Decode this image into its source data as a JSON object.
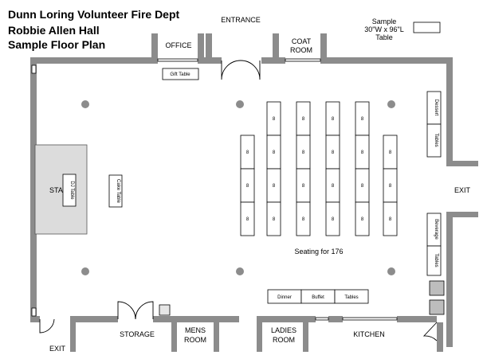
{
  "header": {
    "line1": "Dunn Loring Volunteer Fire Dept",
    "line2": "Robbie Allen Hall",
    "line3": "Sample Floor Plan"
  },
  "legend": {
    "line1": "Sample",
    "line2": "30\"W x 96\"L",
    "line3": "Table"
  },
  "rooms": {
    "office": "OFFICE",
    "entrance": "ENTRANCE",
    "coat_line1": "COAT",
    "coat_line2": "ROOM",
    "storage": "STORAGE",
    "mens_line1": "MENS",
    "mens_line2": "ROOM",
    "ladies_line1": "LADIES",
    "ladies_line2": "ROOM",
    "kitchen": "KITCHEN",
    "exit_right": "EXIT",
    "exit_bottom": "EXIT",
    "stage": "STA"
  },
  "tables": {
    "gift": "Gift Table",
    "dj": "DJ Table",
    "cake": "Cake Table",
    "dessert": "Dessert",
    "dessert_tables": "Tables",
    "beverage": "Beverage",
    "beverage_tables": "Tables",
    "dinner": "Dinner",
    "buffet": "Buffet",
    "buffet_tables": "Tables"
  },
  "seating": {
    "label": "Seating for 176",
    "per_table": "8"
  }
}
